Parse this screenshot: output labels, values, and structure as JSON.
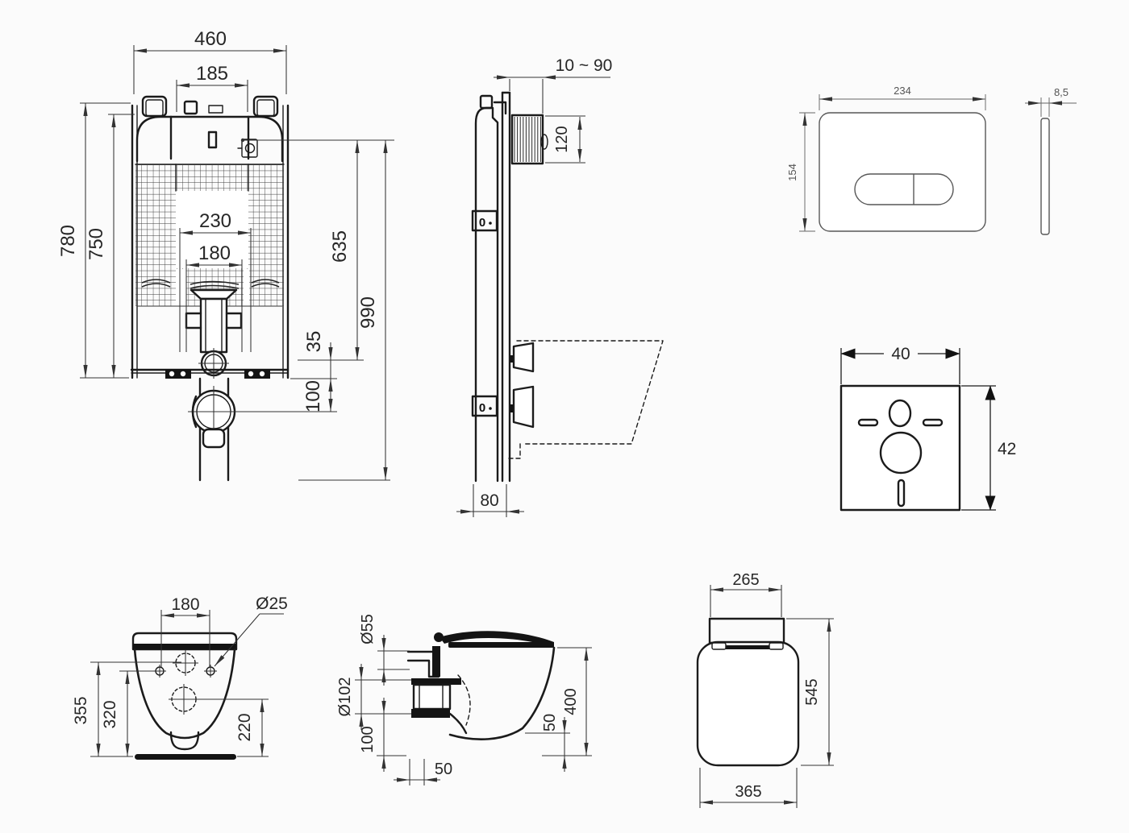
{
  "drawing": {
    "frame_front": {
      "total_width": "460",
      "cistern_width": "185",
      "inner_width": "230",
      "bend_width": "180",
      "frame_height": "780",
      "cistern_height": "750",
      "valve_height": "635",
      "total_height": "990",
      "outlet_gap": "35",
      "outlet_drop": "100"
    },
    "frame_side": {
      "wall_range": "10 ~ 90",
      "inlet_box_height": "120",
      "frame_depth": "80",
      "fixing_mark": "0"
    },
    "flush_plate": {
      "width": "234",
      "height": "154",
      "thickness": "8,5"
    },
    "insulation_mat": {
      "width": "40",
      "height": "42"
    },
    "bowl_rear": {
      "bolt_spacing": "180",
      "bolt_diameter": "Ø25",
      "height_total": "355",
      "height_bolts": "320",
      "height_outlet": "220"
    },
    "bowl_side": {
      "inlet_diameter": "Ø55",
      "outlet_diameter": "Ø102",
      "outlet_height": "100",
      "wall_clearance": "50",
      "bottom_clearance": "50",
      "bowl_height": "400"
    },
    "seat_top": {
      "hinge_width": "265",
      "length": "545",
      "width": "365"
    }
  }
}
